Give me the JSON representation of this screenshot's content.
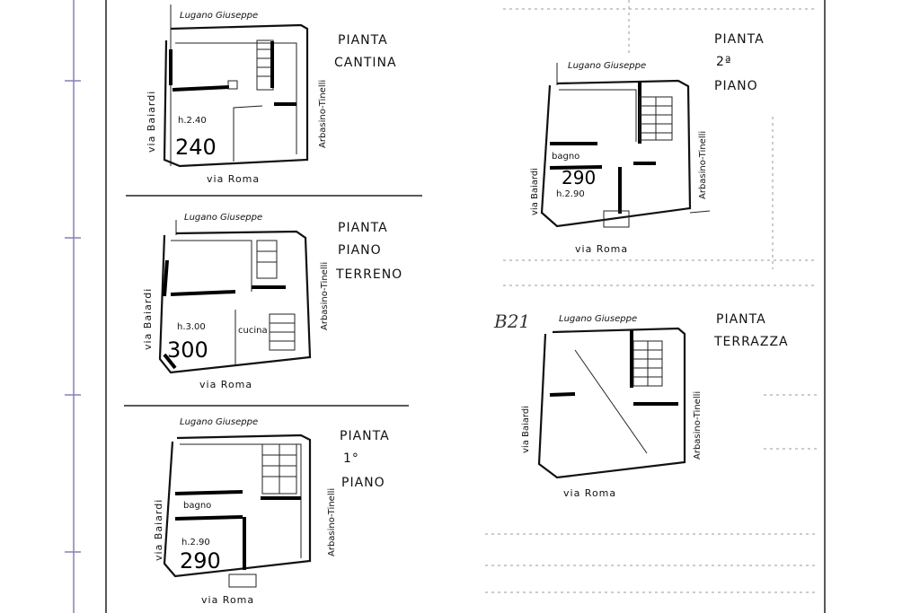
{
  "document": {
    "annotation": "B21",
    "plans": [
      {
        "id": "cantina",
        "title_lines": [
          "PIANTA",
          "CANTINA"
        ],
        "north_street": "Lugano Giuseppe",
        "west_street": "via Baiardi",
        "east_street": "Arbasino-Tinelli",
        "south_street": "via Roma",
        "height_label": "h.2.40",
        "height_value": "240"
      },
      {
        "id": "terreno",
        "title_lines": [
          "PIANTA",
          "PIANO",
          "TERRENO"
        ],
        "north_street": "Lugano Giuseppe",
        "west_street": "via Baiardi",
        "east_street": "Arbasino-Tinelli",
        "south_street": "via Roma",
        "height_label": "h.3.00",
        "height_value": "300",
        "room_label": "cucina"
      },
      {
        "id": "primo",
        "title_lines": [
          "PIANTA",
          "1°",
          "PIANO"
        ],
        "north_street": "Lugano Giuseppe",
        "west_street": "via Baiardi",
        "east_street": "Arbasino-Tinelli",
        "south_street": "via Roma",
        "height_label": "h.2.90",
        "height_value": "290",
        "room_label": "bagno"
      },
      {
        "id": "secondo",
        "title_lines": [
          "PIANTA",
          "2ª",
          "PIANO"
        ],
        "north_street": "Lugano Giuseppe",
        "west_street": "via Baiardi",
        "east_street": "Arbasino-Tinelli",
        "south_street": "via Roma",
        "height_label": "h.2.90",
        "height_value": "290",
        "room_label": "bagno"
      },
      {
        "id": "terrazza",
        "title_lines": [
          "PIANTA",
          "TERRAZZA"
        ],
        "north_street": "Lugano Giuseppe",
        "west_street": "via Baiardi",
        "east_street": "Arbasino-Tinelli",
        "south_street": "via Roma"
      }
    ]
  }
}
